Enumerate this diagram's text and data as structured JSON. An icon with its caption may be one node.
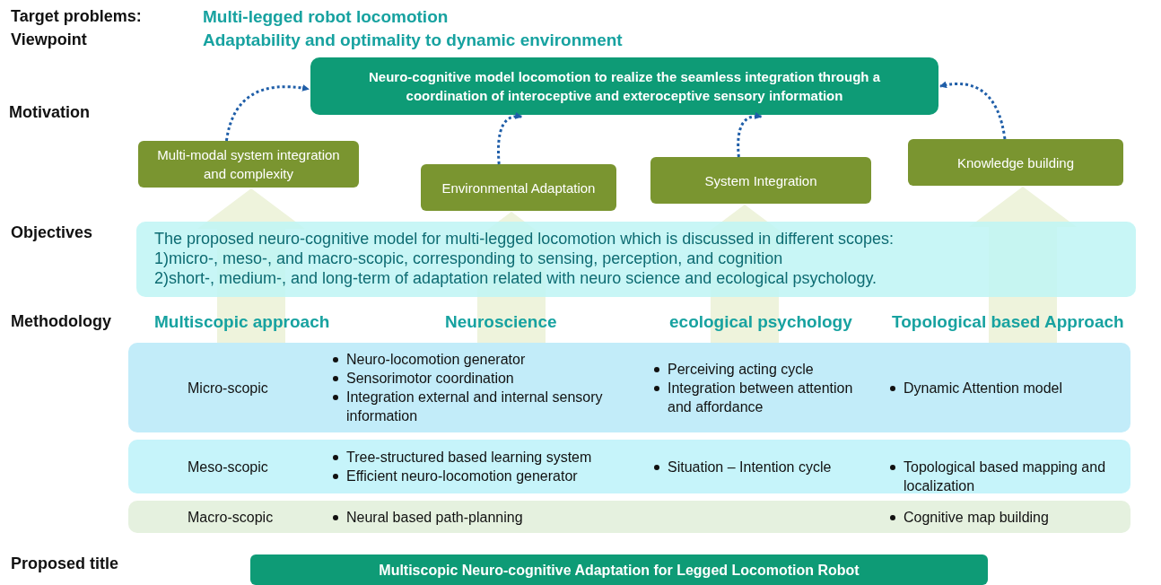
{
  "diagram": {
    "nodes": [
      {
        "text": [
          "Neuro-cognitive model locomotion to realize the seamless integration through a coordination of interoceptive and exteroceptive sensory information"
        ]
      },
      {
        "text": [
          "Multi-modal system integration and complexity"
        ]
      },
      {
        "text": [
          "Environmental Adaptation"
        ]
      },
      {
        "text": [
          "System Integration"
        ]
      },
      {
        "text": [
          "Knowledge building"
        ]
      },
      {
        "text": [
          "The proposed neuro-cognitive model for multi-legged locomotion which is discussed in different scopes:",
          "1)micro-, meso-, and macro-scopic, corresponding to sensing, perception, and cognition",
          "2)short-, medium-, and long-term of adaptation related with neuro science and ecological psychology."
        ]
      },
      {
        "text": [
          "Micro-scopic",
          "Neuro-locomotion generator",
          "Sensorimotor coordination",
          "Integration external and internal sensory information",
          "Perceiving acting cycle",
          "Integration between attention and affordance",
          "Dynamic Attention model"
        ]
      },
      {
        "text": [
          "Meso-scopic",
          "Tree-structured based learning system",
          "Efficient neuro-locomotion generator",
          "Situation – Intention cycle",
          "Topological based mapping and localization"
        ]
      },
      {
        "text": [
          "Macro-scopic",
          "Neural based path-planning",
          "Cognitive map building"
        ]
      },
      {
        "text": [
          "Multiscopic Neuro-cognitive Adaptation for Legged Locomotion Robot"
        ]
      }
    ],
    "edges": [
      {
        "from": 1,
        "to": 0,
        "arrow": "to",
        "style": "dashed"
      },
      {
        "from": 2,
        "to": 0,
        "arrow": "to",
        "style": "dashed"
      },
      {
        "from": 3,
        "to": 0,
        "arrow": "to",
        "style": "dashed"
      },
      {
        "from": 4,
        "to": 0,
        "arrow": "to",
        "style": "dashed"
      },
      {
        "from": 6,
        "to": 1,
        "arrow": "to",
        "style": "thick",
        "color": "#eef3dc"
      },
      {
        "from": 6,
        "to": 2,
        "arrow": "to",
        "style": "thick",
        "color": "#eef3dc"
      },
      {
        "from": 6,
        "to": 3,
        "arrow": "to",
        "style": "thick",
        "color": "#eef3dc"
      },
      {
        "from": 6,
        "to": 4,
        "arrow": "to",
        "style": "thick",
        "color": "#eef3dc"
      }
    ],
    "labels": [
      "Target problems:",
      "Multi-legged robot locomotion",
      "Viewpoint",
      "Adaptability and optimality to dynamic environment",
      "Motivation",
      "Objectives",
      "Methodology",
      "Multiscopic approach",
      "Neuroscience",
      "ecological psychology",
      "Topological based Approach",
      "Proposed title"
    ]
  }
}
